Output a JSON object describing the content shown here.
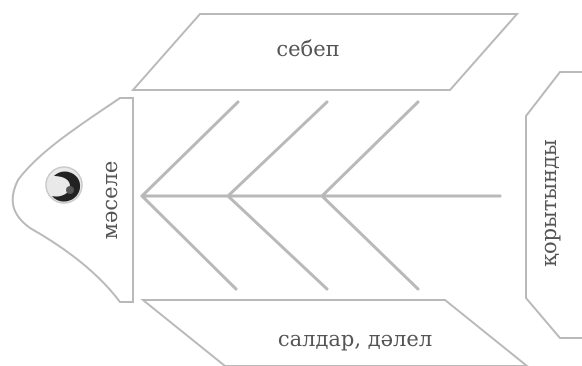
{
  "diagram": {
    "type": "fishbone",
    "top_box_label": "себеп",
    "bottom_box_label": "салдар,   дәлел",
    "head_label": "мәселе",
    "tail_label": "қорытынды"
  }
}
